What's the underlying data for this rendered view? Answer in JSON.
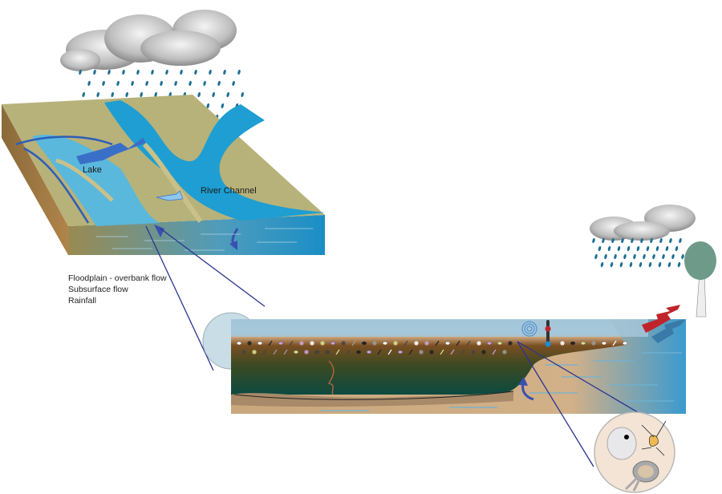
{
  "labels": {
    "lake": "Lake",
    "river_channel": "River Channel"
  },
  "legend": [
    "Floodplain - overbank flow",
    "Subsurface flow",
    "Rainfall"
  ],
  "colors": {
    "water": "#1a9bd0",
    "land": "#b8b47a",
    "sediment": "#8a5a2a",
    "deep_water": "#0e4a40",
    "pointer_line": "#2a3590",
    "flow_arrow": "#3a6fc8",
    "warm_arrow": "#c0242a"
  }
}
